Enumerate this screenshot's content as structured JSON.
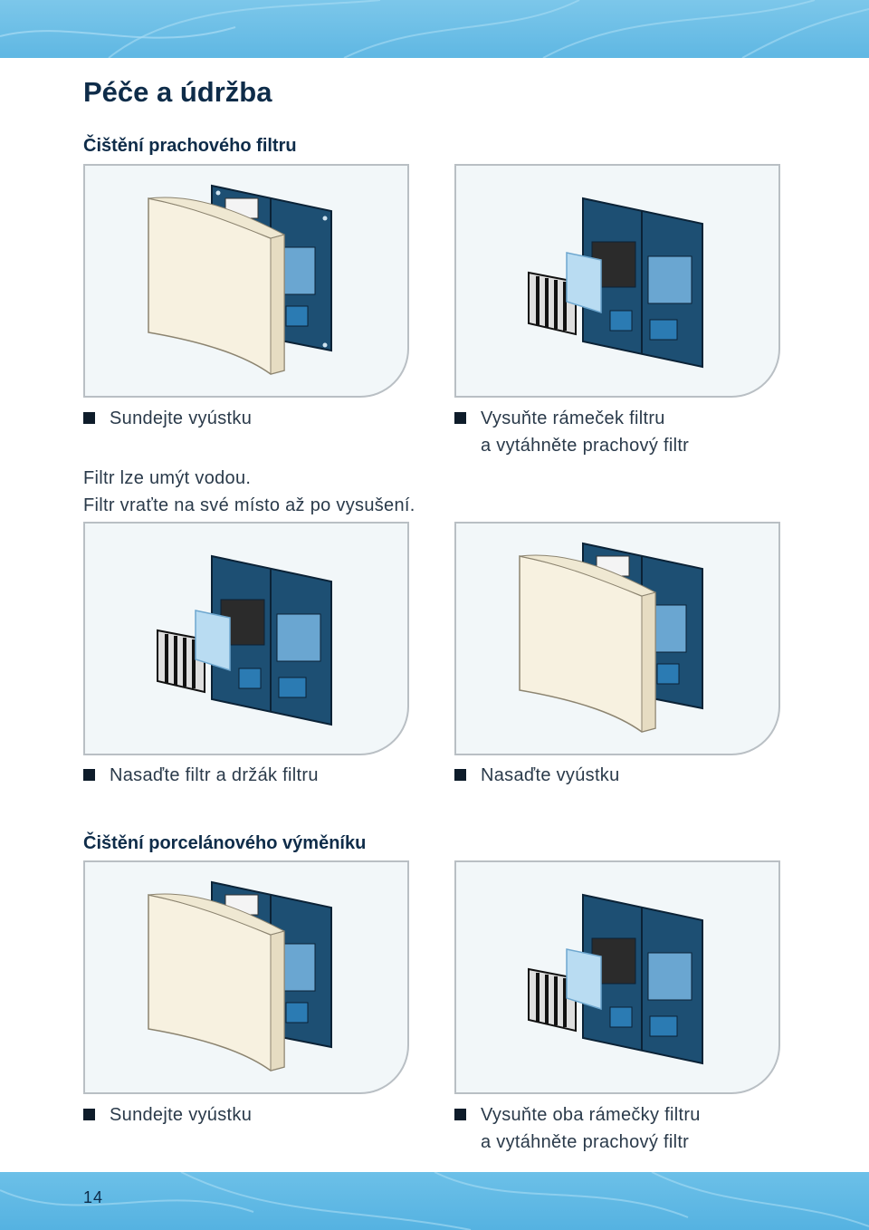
{
  "page": {
    "title": "Péče a údržba",
    "page_number": "14"
  },
  "sections": [
    {
      "heading": "Čištění prachového filtru",
      "steps": [
        {
          "label": "Sundejte vyústku",
          "illustration": "cover-on-unit"
        },
        {
          "line1": "Vysuňte rámeček filtru",
          "line2": "a vytáhněte prachový filtr",
          "illustration": "filter-frame-out"
        },
        {
          "label": "Nasaďte filtr a držák filtru",
          "illustration": "filter-frame-out"
        },
        {
          "label": "Nasaďte vyústku",
          "illustration": "cover-on-unit"
        }
      ],
      "note": {
        "line1": "Filtr lze umýt vodou.",
        "line2": "Filtr vraťte na své místo až po vysušení."
      }
    },
    {
      "heading": "Čištění porcelánového výměníku",
      "steps": [
        {
          "label": "Sundejte vyústku",
          "illustration": "cover-on-unit"
        },
        {
          "line1": "Vysuňte oba rámečky filtru",
          "line2": "a vytáhněte prachový filtr",
          "illustration": "filter-frame-out"
        }
      ]
    }
  ],
  "colors": {
    "band": "#5fb7e3",
    "heading": "#0e2c49",
    "panel_bg": "#f2f7f9",
    "panel_border": "#b9bfc4",
    "unit_body": "#1d4f73",
    "cover": "#f7f1e0",
    "filter": "#b9dcf2"
  }
}
